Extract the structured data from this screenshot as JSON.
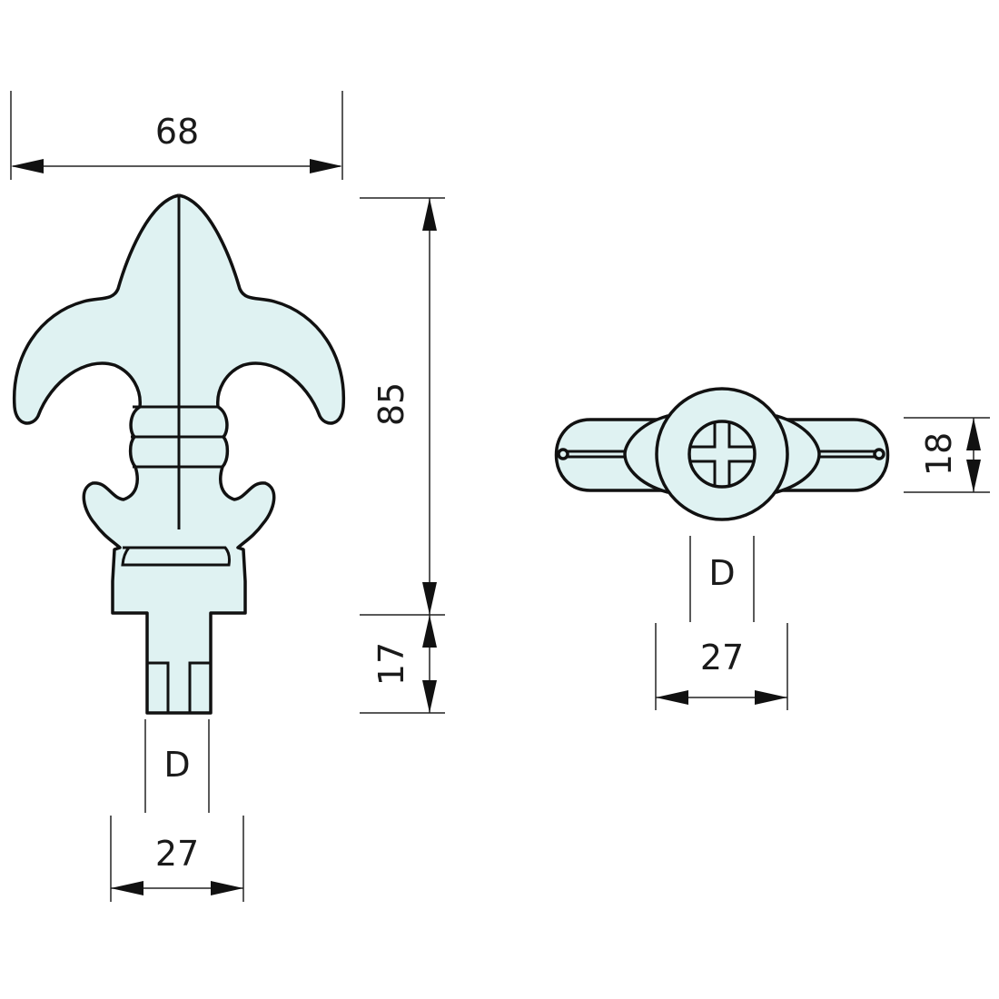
{
  "colors": {
    "part_fill": "#dff2f2",
    "line": "#111111"
  },
  "front_view": {
    "width_label": "68",
    "height_label": "85",
    "stem_height_label": "17",
    "stem_diameter_label": "D",
    "base_width_label": "27"
  },
  "top_view": {
    "thickness_label": "18",
    "diameter_label": "D",
    "width_label": "27"
  }
}
